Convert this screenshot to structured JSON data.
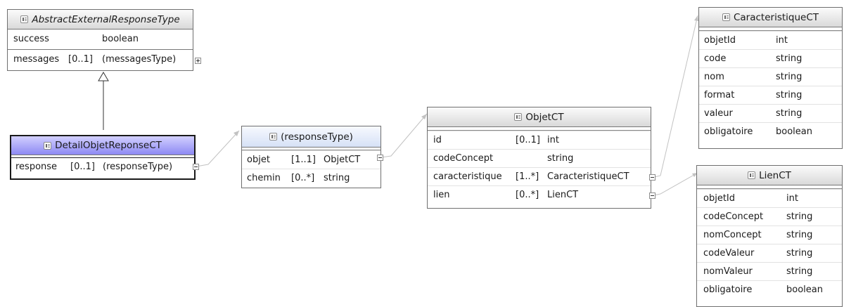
{
  "abstract": {
    "name": "AbstractExternalResponseType",
    "rows": [
      {
        "name": "success",
        "card": "",
        "type": "boolean"
      },
      {
        "name": "messages",
        "card": "[0..1]",
        "type": "(messagesType)"
      }
    ]
  },
  "detail": {
    "name": "DetailObjetReponseCT",
    "rows": [
      {
        "name": "response",
        "card": "[0..1]",
        "type": "(responseType)"
      }
    ]
  },
  "response_type": {
    "name": "(responseType)",
    "rows": [
      {
        "name": "objet",
        "card": "[1..1]",
        "type": "ObjetCT"
      },
      {
        "name": "chemin",
        "card": "[0..*]",
        "type": "string"
      }
    ]
  },
  "objet": {
    "name": "ObjetCT",
    "rows": [
      {
        "name": "id",
        "card": "[0..1]",
        "type": "int"
      },
      {
        "name": "codeConcept",
        "card": "",
        "type": "string"
      },
      {
        "name": "caracteristique",
        "card": "[1..*]",
        "type": "CaracteristiqueCT"
      },
      {
        "name": "lien",
        "card": "[0..*]",
        "type": "LienCT"
      }
    ]
  },
  "caracteristique": {
    "name": "CaracteristiqueCT",
    "rows": [
      {
        "name": "objetId",
        "type": "int"
      },
      {
        "name": "code",
        "type": "string"
      },
      {
        "name": "nom",
        "type": "string"
      },
      {
        "name": "format",
        "type": "string"
      },
      {
        "name": "valeur",
        "type": "string"
      },
      {
        "name": "obligatoire",
        "type": "boolean"
      }
    ]
  },
  "lien": {
    "name": "LienCT",
    "rows": [
      {
        "name": "objetId",
        "type": "int"
      },
      {
        "name": "codeConcept",
        "type": "string"
      },
      {
        "name": "nomConcept",
        "type": "string"
      },
      {
        "name": "codeValeur",
        "type": "string"
      },
      {
        "name": "nomValeur",
        "type": "string"
      },
      {
        "name": "obligatoire",
        "type": "boolean"
      }
    ]
  }
}
